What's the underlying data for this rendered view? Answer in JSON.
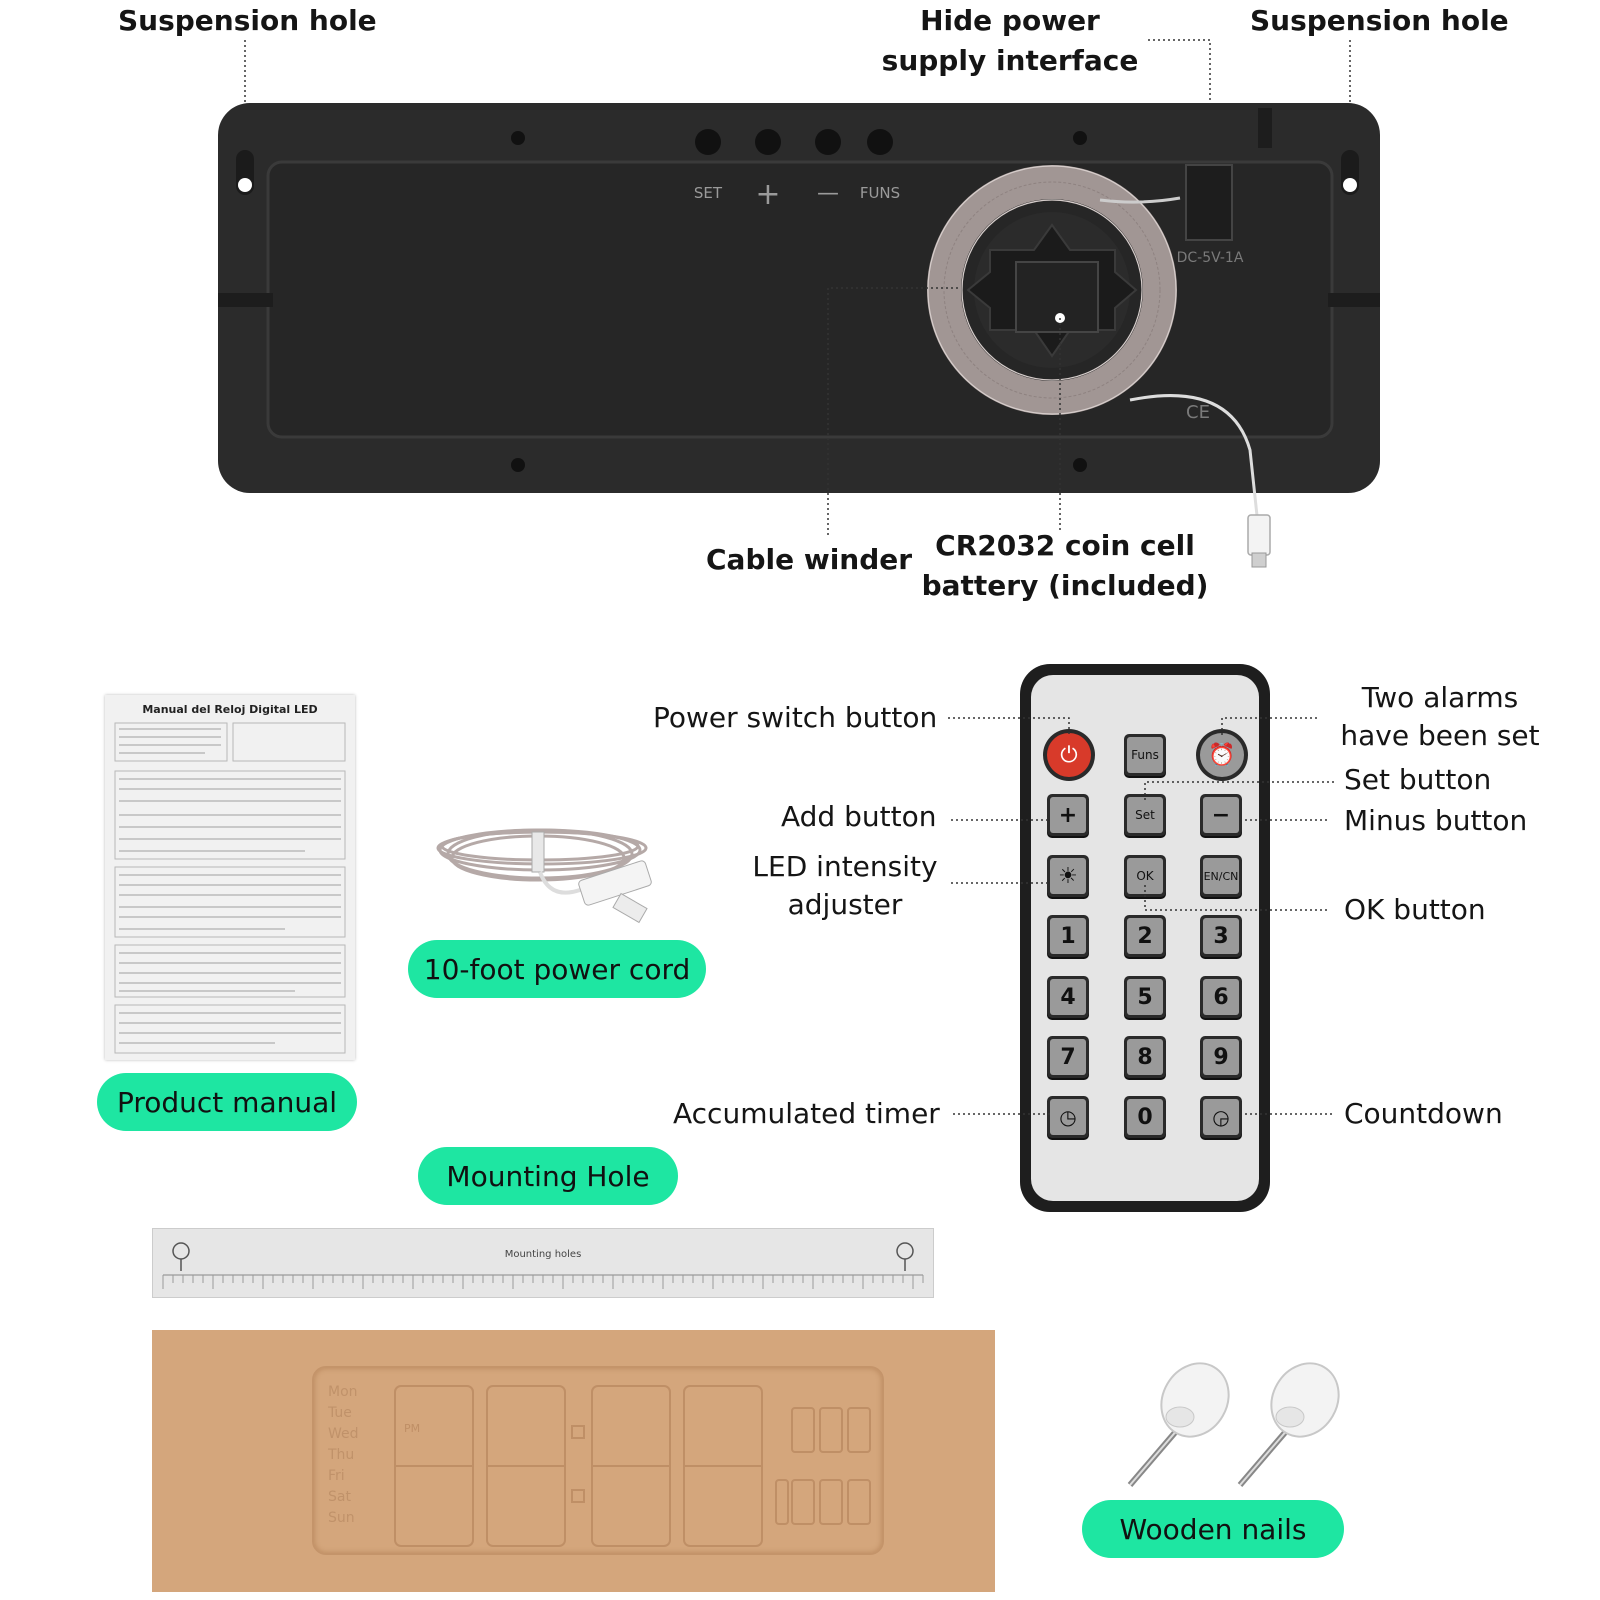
{
  "labels": {
    "suspension_left": "Suspension hole",
    "hide_power_line1": "Hide power",
    "hide_power_line2": "supply interface",
    "suspension_right": "Suspension hole",
    "cable_winder": "Cable winder",
    "battery_line1": "CR2032 coin cell",
    "battery_line2": "battery (included)",
    "power_switch": "Power switch button",
    "two_alarms_line1": "Two alarms",
    "two_alarms_line2": "have been set",
    "set_button": "Set button",
    "add_button": "Add button",
    "minus_button": "Minus button",
    "led_line1": "LED intensity",
    "led_line2": "adjuster",
    "ok_button": "OK button",
    "accumulated_timer": "Accumulated timer",
    "countdown": "Countdown"
  },
  "pills": {
    "power_cord": "10-foot power cord",
    "product_manual": "Product manual",
    "mounting_hole": "Mounting Hole",
    "wooden_nails": "Wooden nails"
  },
  "device": {
    "btn_set": "SET",
    "btn_plus": "+",
    "btn_minus": "—",
    "btn_funs": "FUNS",
    "power_rating": "DC-5V-1A",
    "ce_mark": "CE"
  },
  "manual": {
    "title": "Manual del Reloj Digital LED"
  },
  "remote": {
    "rows": [
      [
        "power-icon",
        "Funs",
        "alarm-icon"
      ],
      [
        "+",
        "Set",
        "−"
      ],
      [
        "brightness-icon",
        "OK",
        "EN/CN"
      ],
      [
        "1",
        "2",
        "3"
      ],
      [
        "4",
        "5",
        "6"
      ],
      [
        "7",
        "8",
        "9"
      ],
      [
        "stopwatch-icon",
        "0",
        "countdown-icon"
      ]
    ]
  },
  "template": {
    "title": "Mounting holes"
  },
  "display": {
    "days": [
      "Mon",
      "Tue",
      "Wed",
      "Thu",
      "Fri",
      "Sat",
      "Sun"
    ],
    "pm": "PM"
  },
  "colors": {
    "accent": "#1ee6a2",
    "device_body": "#2b2b2b",
    "power_button": "#d83a2a",
    "panel": "#d4a67c"
  }
}
